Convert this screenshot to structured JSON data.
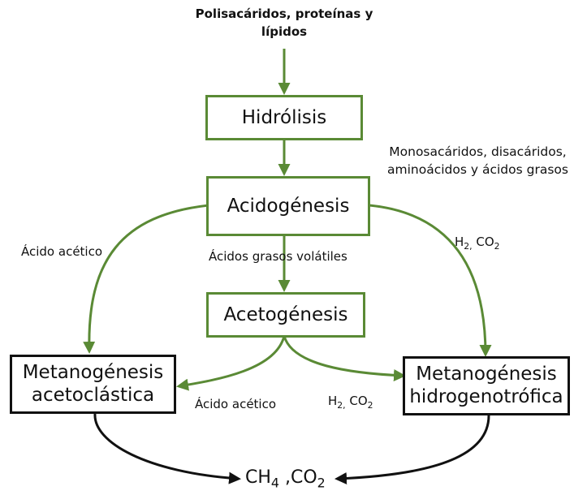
{
  "input": {
    "line1": "Polisacáridos, proteínas y",
    "line2": "lípidos"
  },
  "stages": {
    "hidrolisis": "Hidrólisis",
    "acidogenesis": "Acidogénesis",
    "acetogenesis": "Acetogénesis",
    "meta_aceto": {
      "line1": "Metanogénesis",
      "line2": "acetoclástica"
    },
    "meta_hidro": {
      "line1": "Metanogénesis",
      "line2": "hidrogenotrófica"
    }
  },
  "labels": {
    "hydrolysis_products_line1": "Monosacáridos, disacáridos,",
    "hydrolysis_products_line2": "aminoácidos y ácidos grasos",
    "acido_acetico_left": "Ácido acético",
    "agv": "Ácidos grasos volátiles",
    "h2_right": {
      "h": "H",
      "sub": "2,",
      "rest": " CO",
      "sub2": "2"
    },
    "acido_acetico_lower": "Ácido acético",
    "h2_lower": {
      "h": "H",
      "sub": "2,",
      "rest": " CO",
      "sub2": "2"
    }
  },
  "output": {
    "ch": "CH",
    "sub1": "4",
    "mid": " ,CO",
    "sub2": "2"
  },
  "colors": {
    "green": "#5a8a35",
    "black": "#111111"
  }
}
